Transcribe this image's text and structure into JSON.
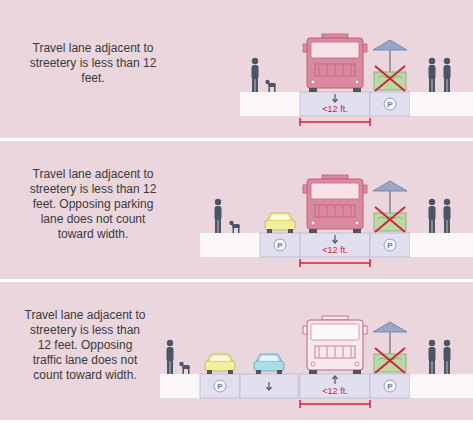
{
  "diagram": {
    "nodes": [
      {
        "text": [
          "Travel lane adjacent to streetery is less than 12 feet."
        ]
      },
      {
        "text": [
          "Travel lane adjacent to streetery is less than 12 feet. Opposing parking lane does not count toward width."
        ]
      },
      {
        "text": [
          "Travel lane adjacent to streetery is less than 12 feet. Opposing traffic lane does not count toward width."
        ]
      }
    ],
    "labels": [
      "<12 ft.",
      "P",
      "P",
      "<12 ft.",
      "P",
      "P",
      "<12 ft.",
      "P"
    ]
  }
}
